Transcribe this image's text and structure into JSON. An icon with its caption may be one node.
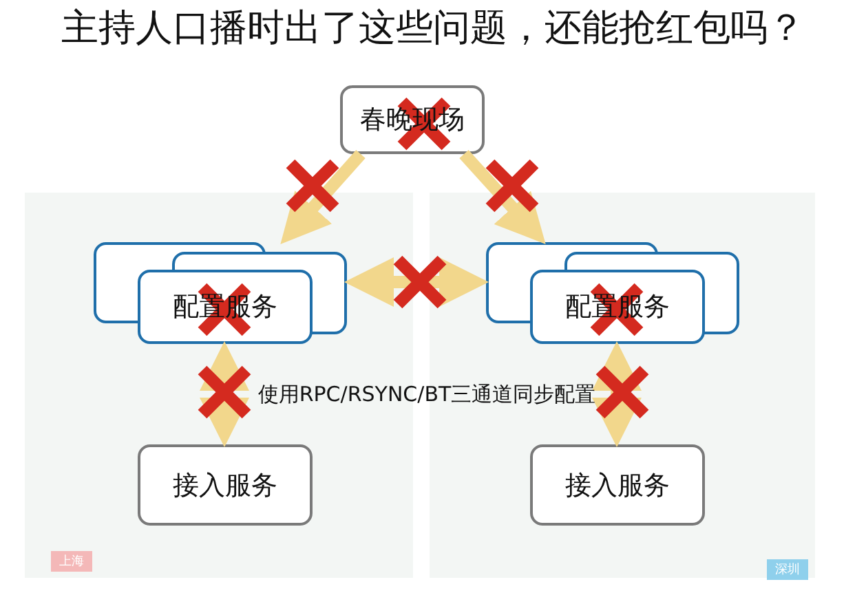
{
  "diagram": {
    "title": "主持人口播时出了这些问题，还能抢红包吗？",
    "nodes": [
      {
        "text": [
          "春晚现场"
        ]
      },
      {
        "text": [
          "配置服务"
        ]
      },
      {
        "text": [
          "配置服务"
        ]
      },
      {
        "text": [
          "接入服务"
        ]
      },
      {
        "text": [
          "接入服务"
        ]
      }
    ],
    "edges": [
      {
        "from": 0,
        "to": 1,
        "arrow": "to"
      },
      {
        "from": 0,
        "to": 2,
        "arrow": "to"
      },
      {
        "from": 1,
        "to": 2,
        "arrow": "both"
      },
      {
        "from": 1,
        "to": 3,
        "arrow": "both"
      },
      {
        "from": 2,
        "to": 4,
        "arrow": "both"
      }
    ],
    "labels": [
      "使用RPC/RSYNC/BT三通道同步配置",
      "上海",
      "深圳"
    ]
  }
}
